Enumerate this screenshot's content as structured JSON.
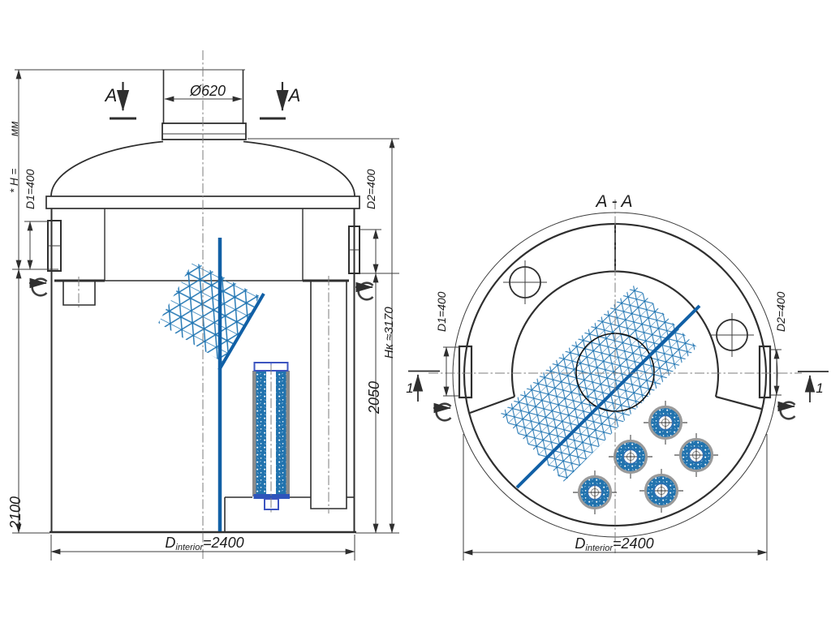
{
  "colors": {
    "line": "#2f2f2f",
    "centerline": "#7d7d7d",
    "mesh_blue": "#2377b4",
    "plate_blue": "#1160a6",
    "cartridge_gray": "#8c8c8c",
    "cartridge_cap_blue": "#3d55c0",
    "cartridge_base_blue": "#2f55bb"
  },
  "front_view": {
    "section_marker": "A",
    "dim_top_diameter": "Ø620",
    "dim_height_prefix": "* H =",
    "dim_height_units": "мм",
    "dim_d1": "D1=400",
    "dim_d2": "D2=400",
    "dim_left_height": "2100",
    "dim_right_height": "2050",
    "dim_total_height": "Hк ≈3170",
    "dim_inner_diameter_prefix": "D",
    "dim_inner_diameter_sub": "interior",
    "dim_inner_diameter_value": "=2400"
  },
  "section_view": {
    "title": "A - A",
    "dim_d1": "D1=400",
    "dim_d2": "D2=400",
    "detail_marker": "1",
    "dim_inner_diameter_prefix": "D",
    "dim_inner_diameter_sub": "interior",
    "dim_inner_diameter_value": "=2400"
  }
}
